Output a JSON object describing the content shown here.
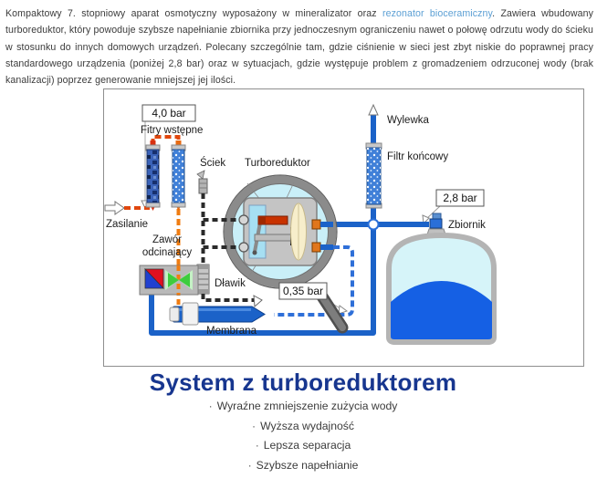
{
  "intro": {
    "text_before_link": "Kompaktowy 7. stopniowy aparat osmotyczny wyposażony w mineralizator oraz ",
    "link_text": "rezonator bioceramiczny",
    "text_after_link": ". Zawiera wbudowany turboreduktor, który powoduje szybsze napełnianie zbiornika przy jednoczesnym ograniczeniu nawet o połowę odrzutu wody do ścieku w stosunku do innych domowych urządzeń.  Polecany szczególnie tam, gdzie ciśnienie w sieci jest zbyt niskie do poprawnej pracy standardowego urządzenia (poniżej 2,8 bar) oraz w sytuacjach, gdzie występuje problem z gromadzeniem odrzuconej wody (brak kanalizacji) poprzez generowanie mniejszej jej ilości."
  },
  "diagram": {
    "labels": {
      "pressure_supply": "4,0 bar",
      "prefilters": "Fitry wstępne",
      "supply": "Zasilanie",
      "shutoff_valve_line1": "Zawór",
      "shutoff_valve_line2": "odcinający",
      "sewage": "Ściek",
      "turboreductor": "Turboreduktor",
      "choke": "Dławik",
      "membrane": "Membrana",
      "pressure_membrane": "0,35 bar",
      "spout": "Wylewka",
      "final_filter": "Filtr końcowy",
      "pressure_tank": "2,8 bar",
      "tank": "Zbiornik"
    },
    "colors": {
      "pipe_blue": "#1b62c8",
      "water_blue": "#1560e4",
      "tank_light": "#d6f4f9",
      "turbo_glass": "#c9eff8",
      "supply_red": "#e0470e",
      "supply_orange": "#f07d12",
      "valve_green": "#3ecc3e",
      "magnifier_gray": "#8b8b8b",
      "link_blue": "#5b9fd4",
      "title_navy": "#17368f"
    }
  },
  "footer": {
    "title": "System z turboreduktorem",
    "bullet_marker": "·",
    "bullets": [
      "Wyraźne zmniejszenie zużycia wody",
      "Wyższa wydajność",
      "Lepsza separacja",
      "Szybsze napełnianie"
    ]
  }
}
